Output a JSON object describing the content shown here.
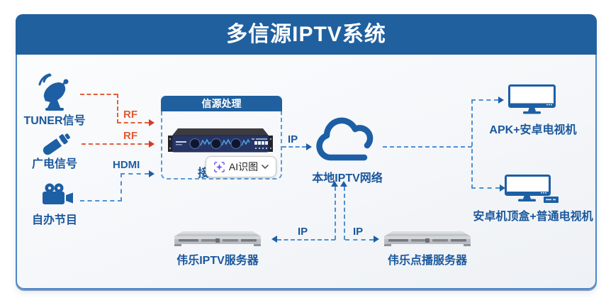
{
  "header": {
    "title": "多信源IPTV系统"
  },
  "sources": [
    {
      "label": "TUNER信号"
    },
    {
      "label": "广电信号"
    },
    {
      "label": "自办节目"
    }
  ],
  "links": {
    "rf_tuner": "RF",
    "rf_catv": "RF",
    "hdmi": "HDMI",
    "ip_encoder_cloud": "IP",
    "ip_iptv_server": "IP",
    "ip_vod_server": "IP"
  },
  "encoder_box": {
    "title": "信源处理",
    "caption_visible": "接"
  },
  "ai_overlay": {
    "label": "AI识图"
  },
  "cloud": {
    "label": "本地IPTV网络"
  },
  "endpoints": [
    {
      "label": "APK+安卓电视机"
    },
    {
      "label": "安卓机顶盒+普通电视机"
    }
  ],
  "servers": [
    {
      "label": "伟乐IPTV服务器"
    },
    {
      "label": "伟乐点播服务器"
    }
  ],
  "colors": {
    "banner_blue": "#20609f",
    "diagram_blue": "#1d5fa5",
    "dashed_blue": "#4f8fd2",
    "dashed_orange": "#e0603c",
    "arrow_red": "#d63a2a",
    "label_blue": "#1a579c",
    "rf_label_orange": "#e05a35",
    "ai_icon_purple": "#6f5bf0"
  }
}
